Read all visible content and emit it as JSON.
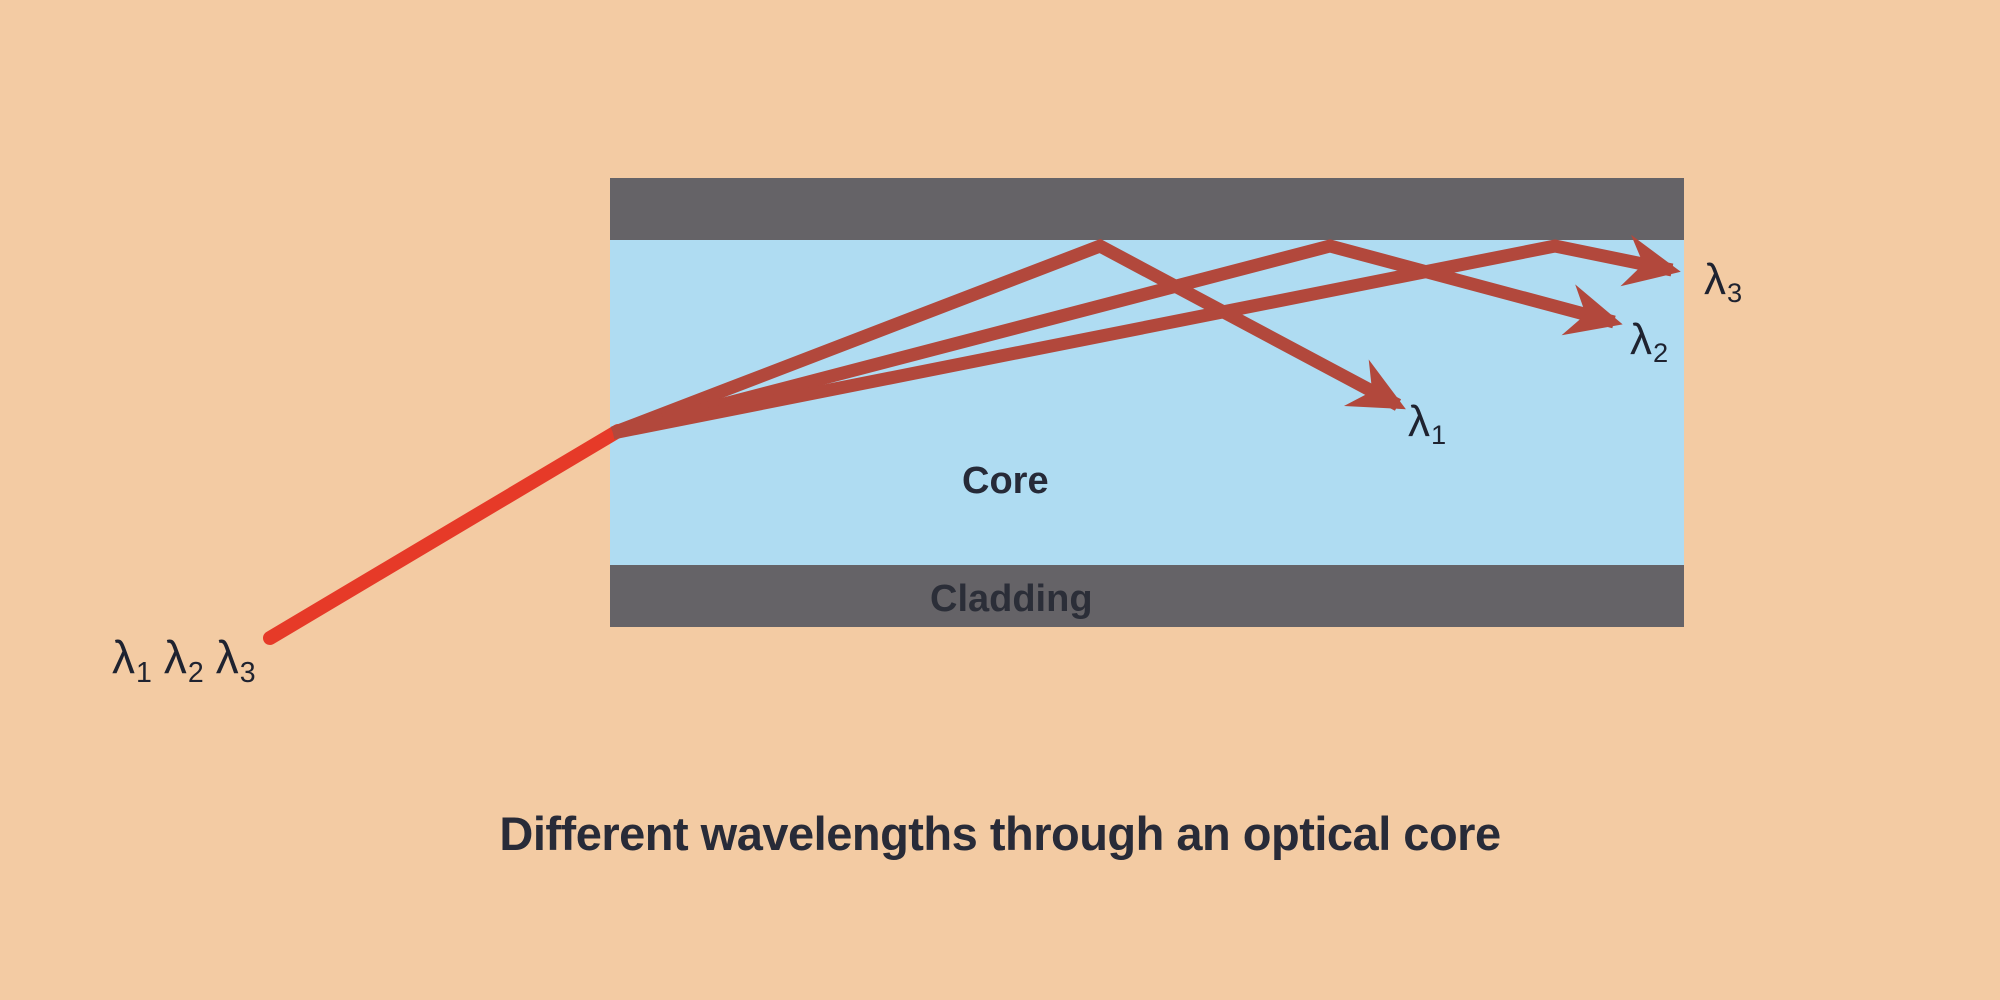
{
  "title": "Different wavelengths through an optical core",
  "fiber": {
    "core_label": "Core",
    "cladding_label": "Cladding"
  },
  "input_ray": {
    "label_parts": [
      {
        "base": "λ",
        "sub": "1"
      },
      {
        "base": "λ",
        "sub": "2"
      },
      {
        "base": "λ",
        "sub": "3"
      }
    ]
  },
  "output_rays": [
    {
      "base": "λ",
      "sub": "1"
    },
    {
      "base": "λ",
      "sub": "2"
    },
    {
      "base": "λ",
      "sub": "3"
    }
  ],
  "colors": {
    "background": "#f3cba3",
    "core_fill": "#afdcf2",
    "cladding_fill": "#656367",
    "input_ray": "#e63a28",
    "core_rays": "#b2483c",
    "text": "#232734"
  }
}
